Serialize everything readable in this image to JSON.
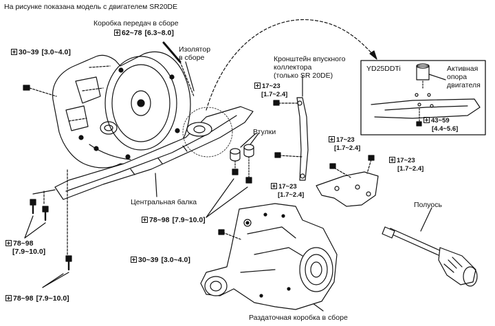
{
  "header": {
    "note": "На рисунке показана модель с двигателем SR20DE"
  },
  "labels": {
    "gearbox": "Коробка передач в сборе",
    "isolator_line1": "Изолятор",
    "isolator_line2": "в сборе",
    "bracket_line1": "Кронштейн впускного",
    "bracket_line2": "коллектора",
    "bracket_line3": "(только SR 20DE)",
    "bushings": "Втулки",
    "center_beam": "Центральная балка",
    "axle_shaft": "Полуось",
    "transfer_case": "Раздаточная коробка в сборе"
  },
  "inset": {
    "engine": "YD25DDTi",
    "active_mount_line1": "Активная",
    "active_mount_line2": "опора",
    "active_mount_line3": "двигателя",
    "torque_value": "43~59",
    "torque_spec": "[4.4~5.6]"
  },
  "torques": {
    "gearbox_mount": {
      "value": "62~78",
      "spec": "[6.3~8.0]"
    },
    "top_left": {
      "value": "30~39",
      "spec": "[3.0~4.0]"
    },
    "bracket_top": {
      "value": "17~23",
      "spec": "[1.7~2.4]"
    },
    "bracket_mid": {
      "value": "17~23",
      "spec": "[1.7~2.4]"
    },
    "bracket_right": {
      "value": "17~23",
      "spec": "[1.7~2.4]"
    },
    "bracket_low": {
      "value": "17~23",
      "spec": "[1.7~2.4]"
    },
    "left_a_value": "78~98",
    "left_a_spec": "[7.9~10.0]",
    "left_b": {
      "value": "78~98",
      "spec": "[7.9~10.0]"
    },
    "center_beam_bolt": {
      "value": "78~98",
      "spec": "[7.9~10.0]"
    },
    "transfer_bolt": {
      "value": "30~39",
      "spec": "[3.0~4.0]"
    }
  }
}
